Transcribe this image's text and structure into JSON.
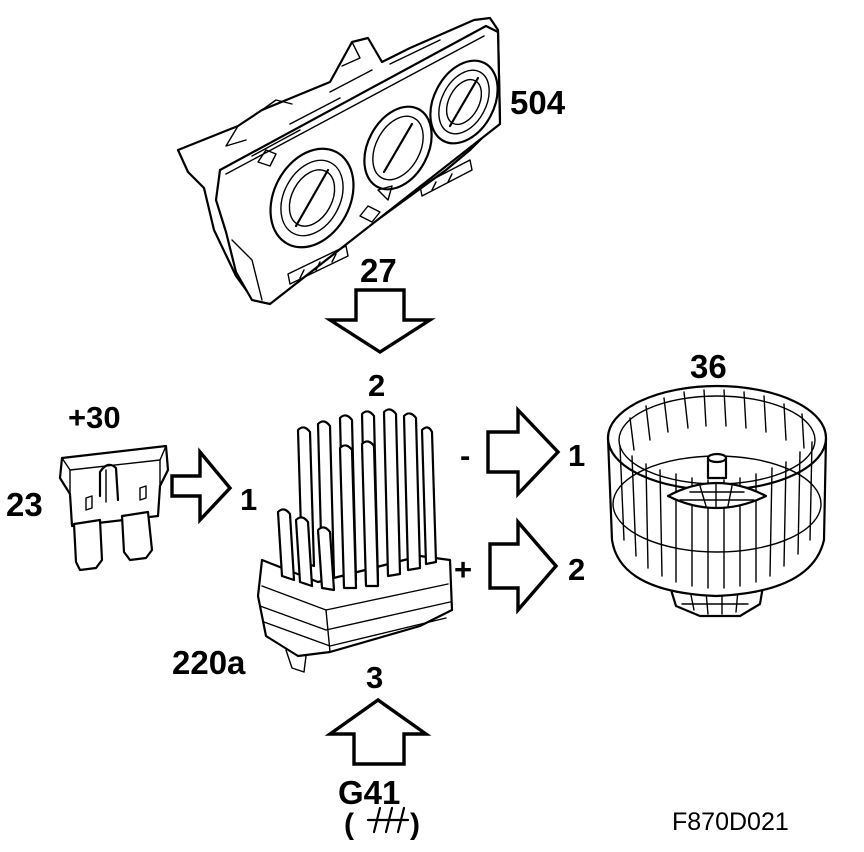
{
  "labels": {
    "control_panel": "504",
    "control_to_resistor": "27",
    "resistor_top_pin": "2",
    "fuse_supply": "+30",
    "fuse": "23",
    "resistor_input_pin": "1",
    "resistor": "220a",
    "resistor_bottom_pin": "3",
    "ground": "G41",
    "ground_symbol_open": "(",
    "ground_symbol_close": ")",
    "blower_motor": "36",
    "minus_sign": "-",
    "plus_sign": "+",
    "motor_pin_1": "1",
    "motor_pin_2": "2",
    "figure_code": "F870D021"
  },
  "icons": {
    "control_panel": "heater-control-panel-icon",
    "fuse": "blade-fuse-icon",
    "resistor": "blower-resistor-icon",
    "motor": "blower-motor-icon",
    "ground": "ground-symbol-icon"
  },
  "colors": {
    "line": "#000000",
    "background": "#ffffff"
  }
}
